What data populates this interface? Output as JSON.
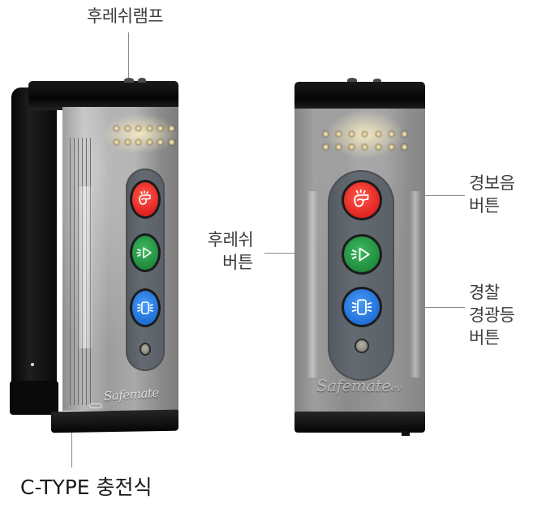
{
  "image": {
    "description": "Product photo of Safemate whistle-lamp safety devices (side and front views) with Korean callout labels",
    "background": "#ffffff"
  },
  "labels": {
    "whistle_lamp": "후레쉬램프",
    "charging": "C-TYPE 충전식",
    "flash_button": [
      "후레쉬",
      "버튼"
    ],
    "alarm_button": [
      "경보음",
      "버튼"
    ],
    "police_light_button": [
      "경찰",
      "경광등",
      "버튼"
    ]
  },
  "device": {
    "brand": "Safemate",
    "brand_suffix": "ev",
    "buttons": [
      {
        "name": "alarm",
        "icon": "whistle-icon",
        "color": "#e1231f"
      },
      {
        "name": "flash",
        "icon": "flashlight-icon",
        "color": "#1f8c3d"
      },
      {
        "name": "police-light",
        "icon": "beacon-icon",
        "color": "#1f6fd8"
      }
    ],
    "indicator_color": "#9a958c",
    "panel_color": "#5e646a",
    "cap_color": "#0b0b0b"
  }
}
